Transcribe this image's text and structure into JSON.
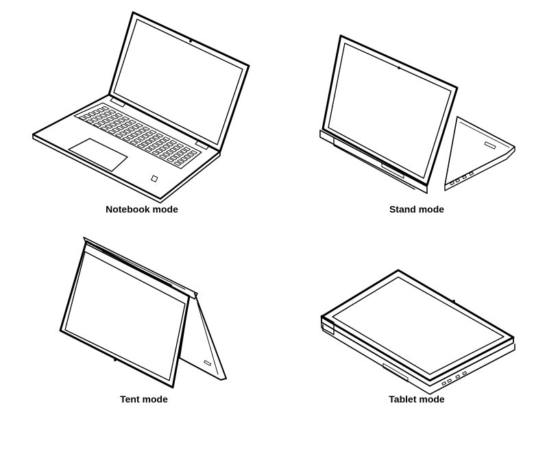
{
  "modes": {
    "notebook": {
      "label": "Notebook mode"
    },
    "stand": {
      "label": "Stand mode"
    },
    "tent": {
      "label": "Tent mode"
    },
    "tablet": {
      "label": "Tablet mode"
    }
  },
  "colors": {
    "line": "#000000",
    "background": "#ffffff"
  }
}
